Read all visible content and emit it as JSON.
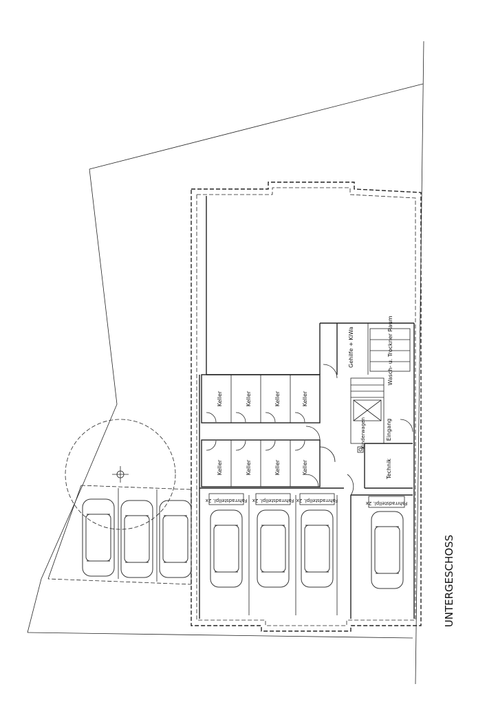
{
  "plan": {
    "title": "UNTERGESCHOSS",
    "rooms": {
      "keller": [
        "Keller",
        "Keller",
        "Keller",
        "Keller",
        "Keller",
        "Keller",
        "Keller",
        "Keller"
      ],
      "gehilfe": "Gehilfe + KiWa",
      "wasch": "Wasch- u. Trockner Raum",
      "flur": "Kinderwagen",
      "eingang": "Eingang",
      "technik": "Technik"
    },
    "fahrrad": [
      "Fahrradstellpl. 2x",
      "Fahrradstellpl. 2x",
      "Fahrradstellpl. 2x",
      "Fahrradstellpl. 2x"
    ]
  }
}
